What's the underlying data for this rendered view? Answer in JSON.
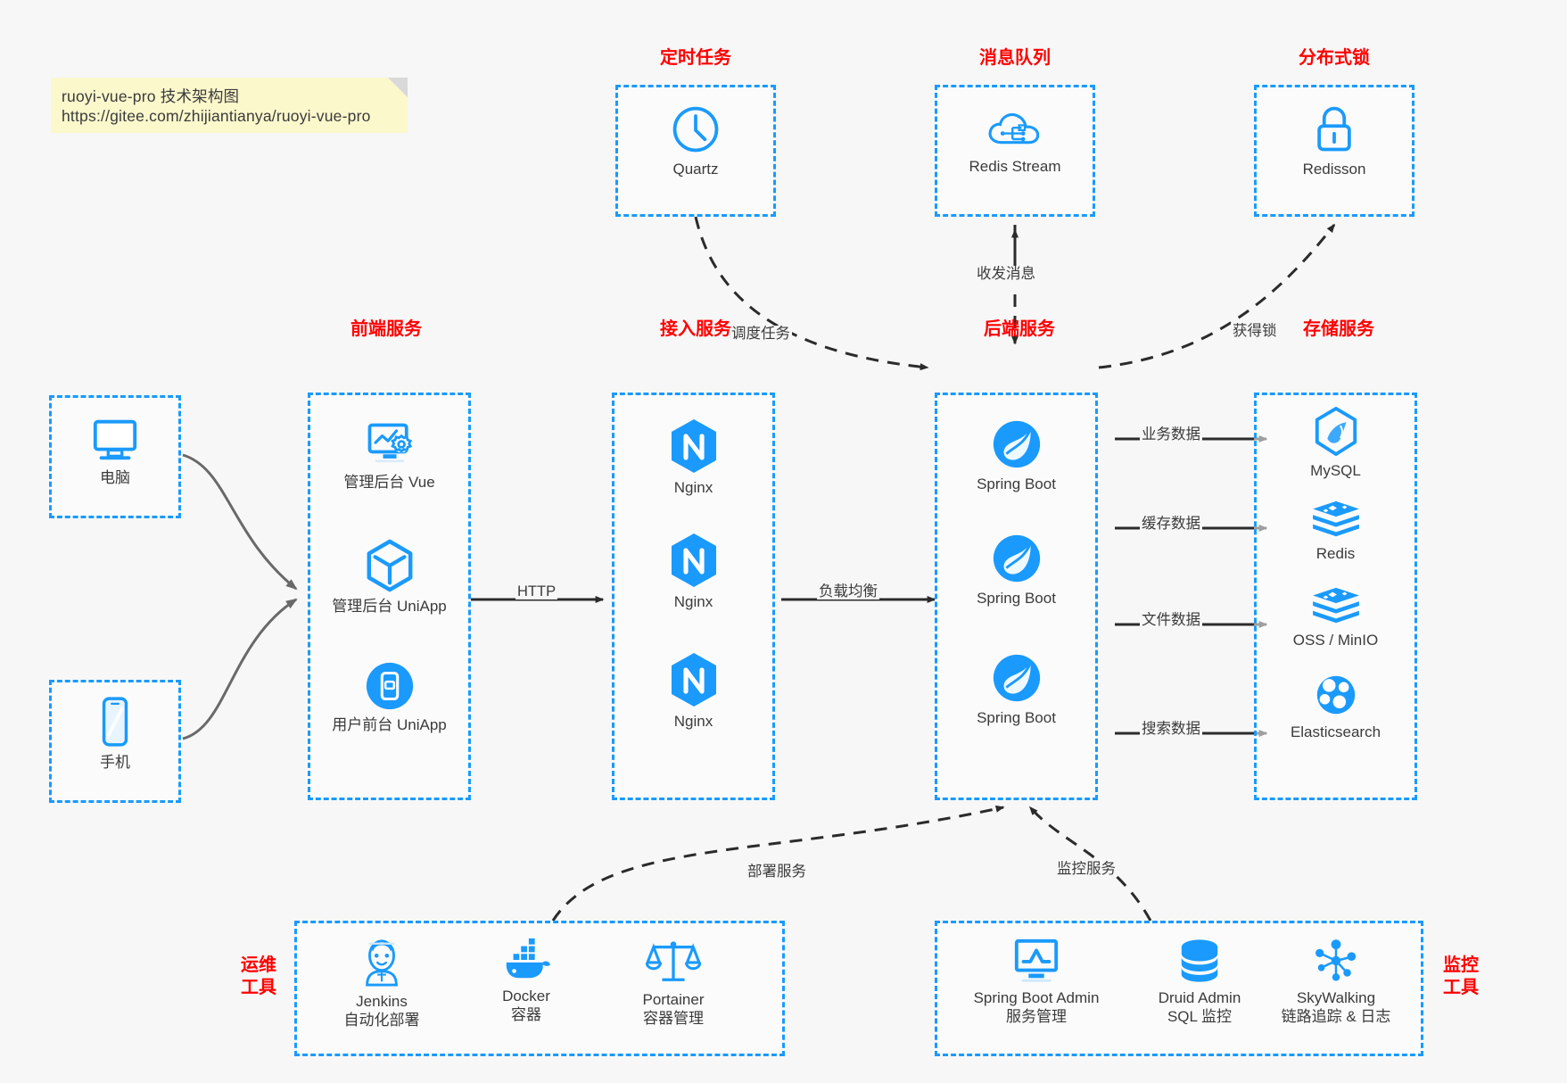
{
  "note": {
    "line1": "ruoyi-vue-pro 技术架构图",
    "line2": "https://gitee.com/zhijiantianya/ruoyi-vue-pro"
  },
  "colors": {
    "accent_blue": "#1a9afc",
    "title_red": "#ff0000",
    "text": "#3b3b3b",
    "background": "#f7f7f7",
    "note_bg": "#fbf8cc"
  },
  "groups": {
    "scheduler": {
      "title": "定时任务",
      "nodes": [
        {
          "label": "Quartz",
          "icon": "clock-icon"
        }
      ]
    },
    "mq": {
      "title": "消息队列",
      "nodes": [
        {
          "label": "Redis Stream",
          "icon": "cloud-network-icon"
        }
      ]
    },
    "lock": {
      "title": "分布式锁",
      "nodes": [
        {
          "label": "Redisson",
          "icon": "lock-icon"
        }
      ]
    },
    "clients": {
      "nodes": [
        {
          "label": "电脑",
          "icon": "desktop-monitor-icon"
        },
        {
          "label": "手机",
          "icon": "mobile-phone-icon"
        }
      ]
    },
    "frontend": {
      "title": "前端服务",
      "nodes": [
        {
          "label": "管理后台 Vue",
          "icon": "dashboard-gear-icon"
        },
        {
          "label": "管理后台 UniApp",
          "icon": "hex-cube-icon"
        },
        {
          "label": "用户前台 UniApp",
          "icon": "mobile-app-icon"
        }
      ]
    },
    "gateway": {
      "title": "接入服务",
      "nodes": [
        {
          "label": "Nginx",
          "icon": "nginx-icon"
        },
        {
          "label": "Nginx",
          "icon": "nginx-icon"
        },
        {
          "label": "Nginx",
          "icon": "nginx-icon"
        }
      ]
    },
    "backend": {
      "title": "后端服务",
      "nodes": [
        {
          "label": "Spring Boot",
          "icon": "spring-boot-icon"
        },
        {
          "label": "Spring Boot",
          "icon": "spring-boot-icon"
        },
        {
          "label": "Spring Boot",
          "icon": "spring-boot-icon"
        }
      ]
    },
    "storage": {
      "title": "存储服务",
      "nodes": [
        {
          "label": "MySQL",
          "icon": "mysql-dolphin-icon"
        },
        {
          "label": "Redis",
          "icon": "redis-stack-icon"
        },
        {
          "label": "OSS / MinIO",
          "icon": "object-storage-icon"
        },
        {
          "label": "Elasticsearch",
          "icon": "elasticsearch-icon"
        }
      ]
    },
    "devops": {
      "title_line1": "运维",
      "title_line2": "工具",
      "nodes": [
        {
          "label": "Jenkins",
          "sub": "自动化部署",
          "icon": "jenkins-butler-icon"
        },
        {
          "label": "Docker",
          "sub": "容器",
          "icon": "docker-whale-icon"
        },
        {
          "label": "Portainer",
          "sub": "容器管理",
          "icon": "scales-icon"
        }
      ]
    },
    "monitor": {
      "title_line1": "监控",
      "title_line2": "工具",
      "nodes": [
        {
          "label": "Spring Boot Admin",
          "sub": "服务管理",
          "icon": "monitor-chart-icon"
        },
        {
          "label": "Druid Admin",
          "sub": "SQL 监控",
          "icon": "database-cylinder-icon"
        },
        {
          "label": "SkyWalking",
          "sub": "链路追踪 & 日志",
          "icon": "skywalking-node-icon"
        }
      ]
    }
  },
  "edges": [
    {
      "id": "schedule-task",
      "label": "调度任务"
    },
    {
      "id": "send-receive-message",
      "label": "收发消息"
    },
    {
      "id": "acquire-lock",
      "label": "获得锁"
    },
    {
      "id": "http",
      "label": "HTTP"
    },
    {
      "id": "load-balance",
      "label": "负载均衡"
    },
    {
      "id": "business-data",
      "label": "业务数据"
    },
    {
      "id": "cache-data",
      "label": "缓存数据"
    },
    {
      "id": "file-data",
      "label": "文件数据"
    },
    {
      "id": "search-data",
      "label": "搜索数据"
    },
    {
      "id": "deploy-service",
      "label": "部署服务"
    },
    {
      "id": "monitor-service",
      "label": "监控服务"
    }
  ]
}
